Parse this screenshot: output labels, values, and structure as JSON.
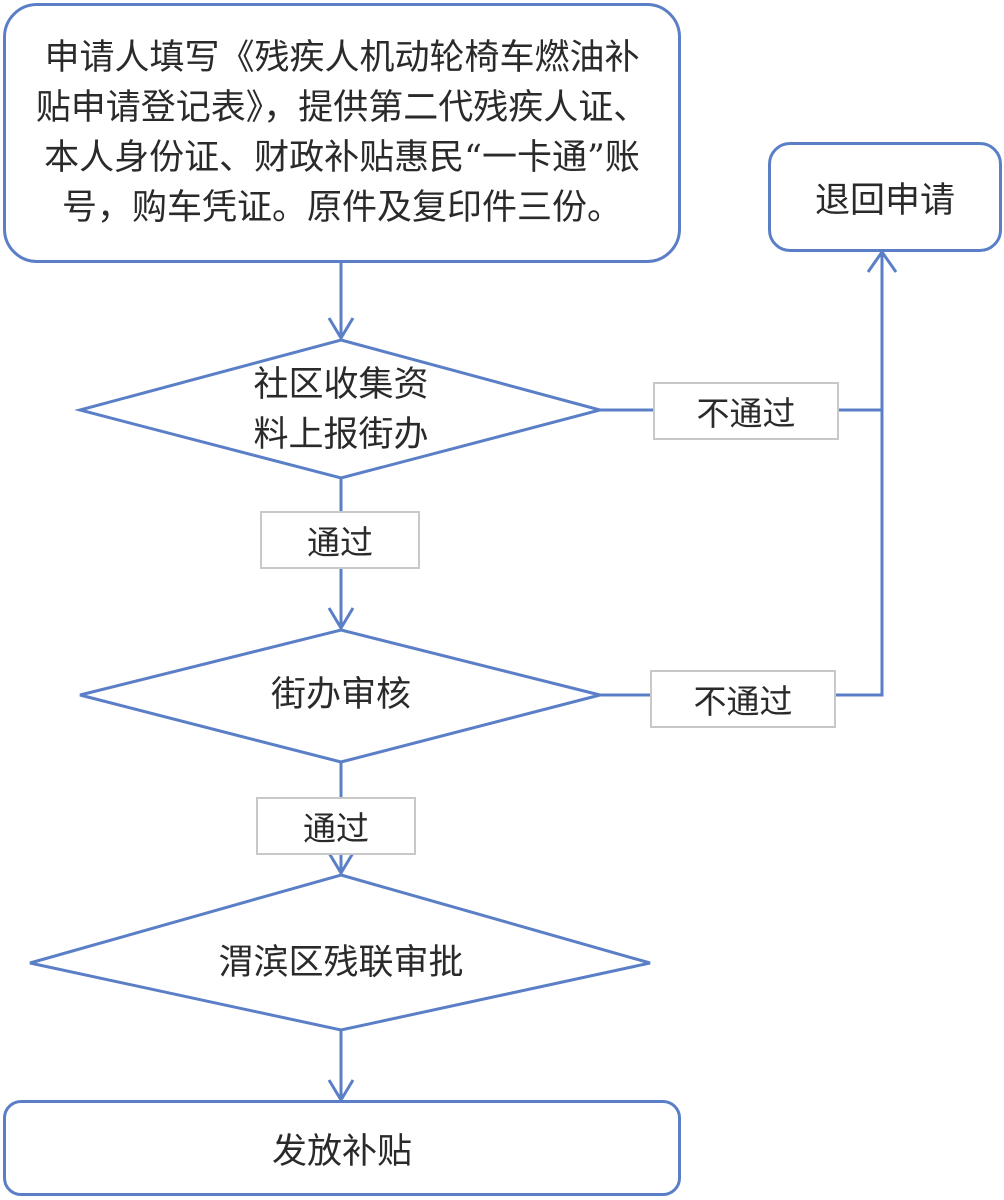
{
  "colors": {
    "stroke": "#5b7fc7",
    "label_border": "#c8c8c8",
    "text": "#2a2a2a"
  },
  "nodes": {
    "start": {
      "text": "申请人填写《残疾人机动轮椅车燃油补贴申请登记表》，提供第二代残疾人证、本人身份证、财政补贴惠民“一卡通”账号，购车凭证。原件及复印件三份。"
    },
    "community": {
      "line1": "社区收集资",
      "line2": "料上报街办"
    },
    "street_review": {
      "text": "街办审核"
    },
    "district_approval": {
      "text": "渭滨区残联审批"
    },
    "issue": {
      "text": "发放补贴"
    },
    "reject": {
      "text": "退回申请"
    }
  },
  "edge_labels": {
    "community_pass": "通过",
    "community_fail": "不通过",
    "street_pass": "通过",
    "street_fail": "不通过"
  }
}
